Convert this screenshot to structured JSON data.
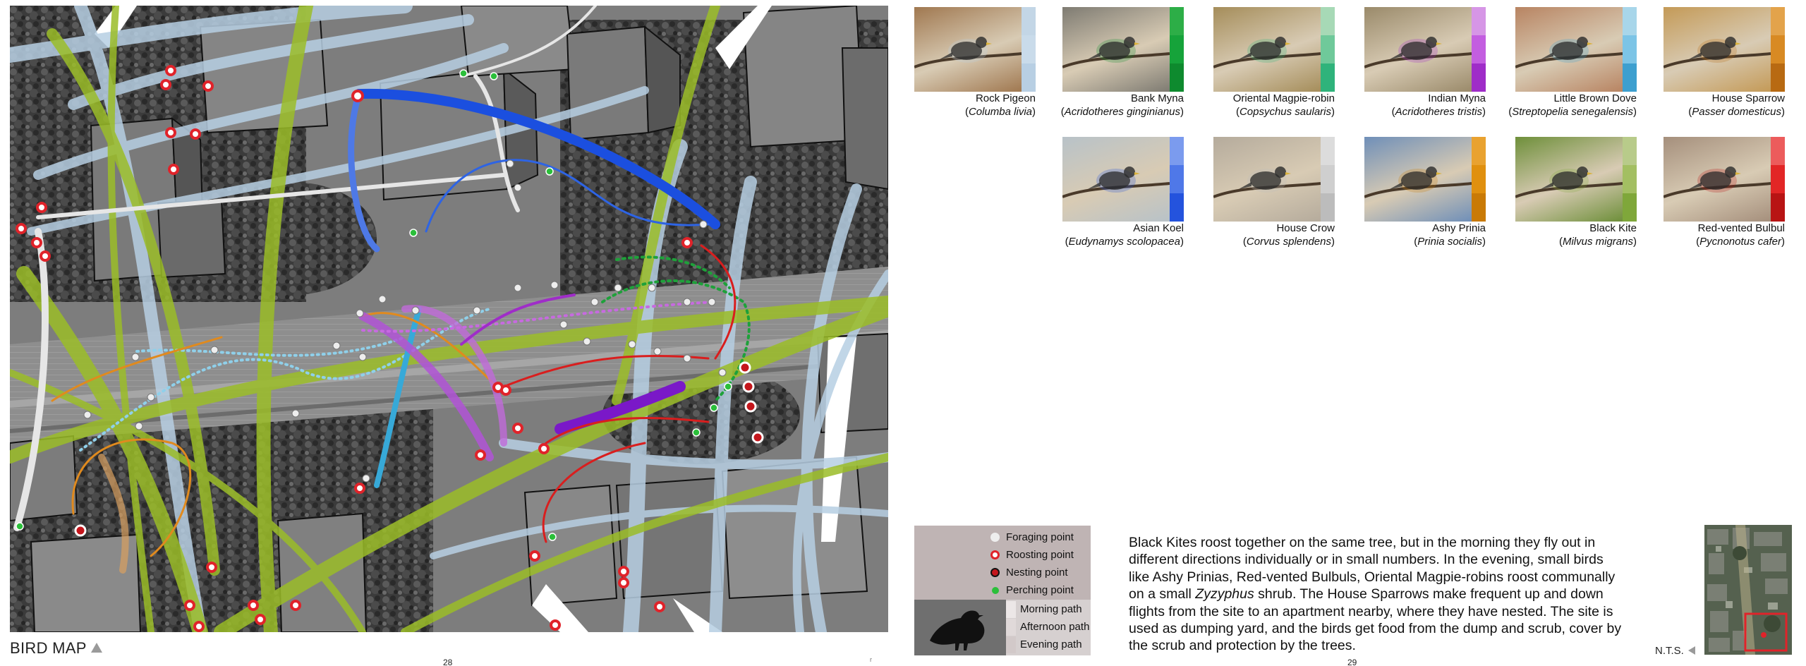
{
  "map": {
    "title": "BIRD MAP",
    "page_left": "28"
  },
  "page_right": "29",
  "corner_mark": "r",
  "birds": [
    {
      "common": "Rock Pigeon",
      "scientific": "Columba livia",
      "swatch": [
        "#c3d6e6",
        "#c9dbea",
        "#b8cfe3"
      ],
      "photo_bg": "#a07850"
    },
    {
      "common": "Bank Myna",
      "scientific": "Acridotheres ginginianus",
      "swatch": [
        "#2dae47",
        "#16a33a",
        "#0e8a2e"
      ],
      "photo_bg": "#7e7b72"
    },
    {
      "common": "Oriental Magpie-robin",
      "scientific": "Copsychus saularis",
      "swatch": [
        "#a7d9b6",
        "#6fc99a",
        "#2fb37b"
      ],
      "photo_bg": "#a58d5a"
    },
    {
      "common": "Indian Myna",
      "scientific": "Acridotheres tristis",
      "swatch": [
        "#d696e6",
        "#c35ee0",
        "#9f2dc8"
      ],
      "photo_bg": "#9a8a6a"
    },
    {
      "common": "Little Brown Dove",
      "scientific": "Streptopelia senegalensis",
      "swatch": [
        "#a8d6ea",
        "#7cc4e6",
        "#3d9fcf"
      ],
      "photo_bg": "#b88462"
    },
    {
      "common": "House Sparrow",
      "scientific": "Passer domesticus",
      "swatch": [
        "#e3a34b",
        "#d88a23",
        "#b86a12"
      ],
      "photo_bg": "#c49a57"
    },
    {
      "common": "Asian Koel",
      "scientific": "Eudynamys scolopacea",
      "swatch": [
        "#7b9bee",
        "#4f78e8",
        "#2453dd"
      ],
      "photo_bg": "#b8c2c8"
    },
    {
      "common": "House Crow",
      "scientific": "Corvus splendens",
      "swatch": [
        "#dcdcdc",
        "#cfcfcf",
        "#bcbcbc"
      ],
      "photo_bg": "#b5ab9c"
    },
    {
      "common": "Ashy Prinia",
      "scientific": "Prinia socialis",
      "swatch": [
        "#e9a230",
        "#e0900f",
        "#c97a06"
      ],
      "photo_bg": "#6f8fb8"
    },
    {
      "common": "Black Kite",
      "scientific": "Milvus migrans",
      "swatch": [
        "#b8cb8a",
        "#a3bf62",
        "#7fa73a"
      ],
      "photo_bg": "#6e8f3a"
    },
    {
      "common": "Red-vented Bulbul",
      "scientific": "Pycnonotus cafer",
      "swatch": [
        "#ec5c5c",
        "#e22626",
        "#b81414"
      ],
      "photo_bg": "#a58f7c"
    }
  ],
  "legend": {
    "points": [
      {
        "label": "Foraging point",
        "type": "foraging",
        "color": "#eeeeee"
      },
      {
        "label": "Roosting point",
        "type": "roosting",
        "color": "#e0232a"
      },
      {
        "label": "Nesting point",
        "type": "nesting",
        "color": "#c4161c"
      },
      {
        "label": "Perching point",
        "type": "perching",
        "color": "#2bbf3a"
      }
    ],
    "paths": [
      {
        "label": "Morning path",
        "color": "#e8e2e2"
      },
      {
        "label": "Afternoon path",
        "color": "#dcd4d4"
      },
      {
        "label": "Evening path",
        "color": "#cfc6c6"
      }
    ]
  },
  "description": {
    "before_italic": "Black Kites roost together on the same tree, but in the morning they fly out in different directions individually or in small numbers. In the evening, small birds like Ashy Prinias, Red-vented Bulbuls, Oriental Magpie-robins roost communally on a small ",
    "italic": "Zyzyphus",
    "after_italic": " shrub. The House Sparrows make frequent up and down flights from the site to an apartment nearby, where they have nested. The site is used as dumping yard, and the birds get food from the dump and scrub, cover by the scrub and protection by the trees."
  },
  "keymap": {
    "scale_label": "N.T.S."
  }
}
